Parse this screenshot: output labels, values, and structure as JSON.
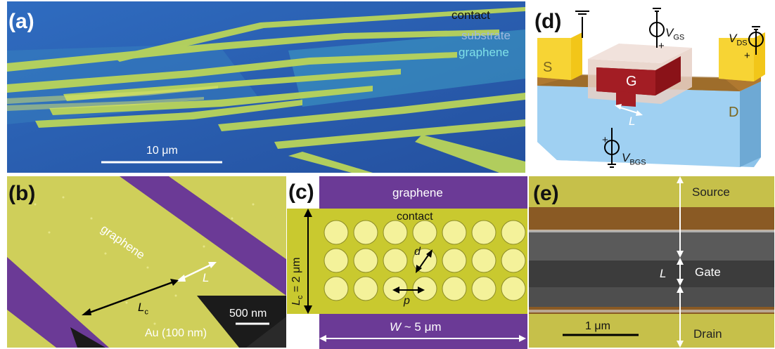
{
  "colors": {
    "substrate_blue": "#2a5fb4",
    "graphene_purple": "#6b3a96",
    "contact_yellow": "#d9d84a",
    "gate_red": "#a31d24",
    "sem_gray": "#4a4a4a"
  },
  "panel_a": {
    "label": "(a)",
    "legend": [
      "contact",
      "substrate",
      "graphene"
    ],
    "scalebar": "10 μm"
  },
  "panel_b": {
    "label": "(b)",
    "graphene": "graphene",
    "L": "L",
    "Lc_main": "L",
    "Lc_sub": "c",
    "scalebar": "500 nm",
    "au": "Au (100 nm)"
  },
  "panel_c": {
    "label": "(c)",
    "graphene": "graphene",
    "contact": "contact",
    "lc_main": "L",
    "lc_sub": "c",
    "lc_val": " = 2 μm",
    "d": "d",
    "p": "p",
    "w_main": "W",
    "w_val": " ~ 5 μm"
  },
  "panel_d": {
    "label": "(d)",
    "vgs_main": "V",
    "vgs_sub": "GS",
    "vds_main": "V",
    "vds_sub": "DS",
    "vbgs_main": "V",
    "vbgs_sub": "BGS",
    "S": "S",
    "G": "G",
    "D": "D",
    "L": "L",
    "plus": "+"
  },
  "panel_e": {
    "label": "(e)",
    "source": "Source",
    "gate": "Gate",
    "drain": "Drain",
    "L": "L",
    "scalebar": "1 μm"
  }
}
